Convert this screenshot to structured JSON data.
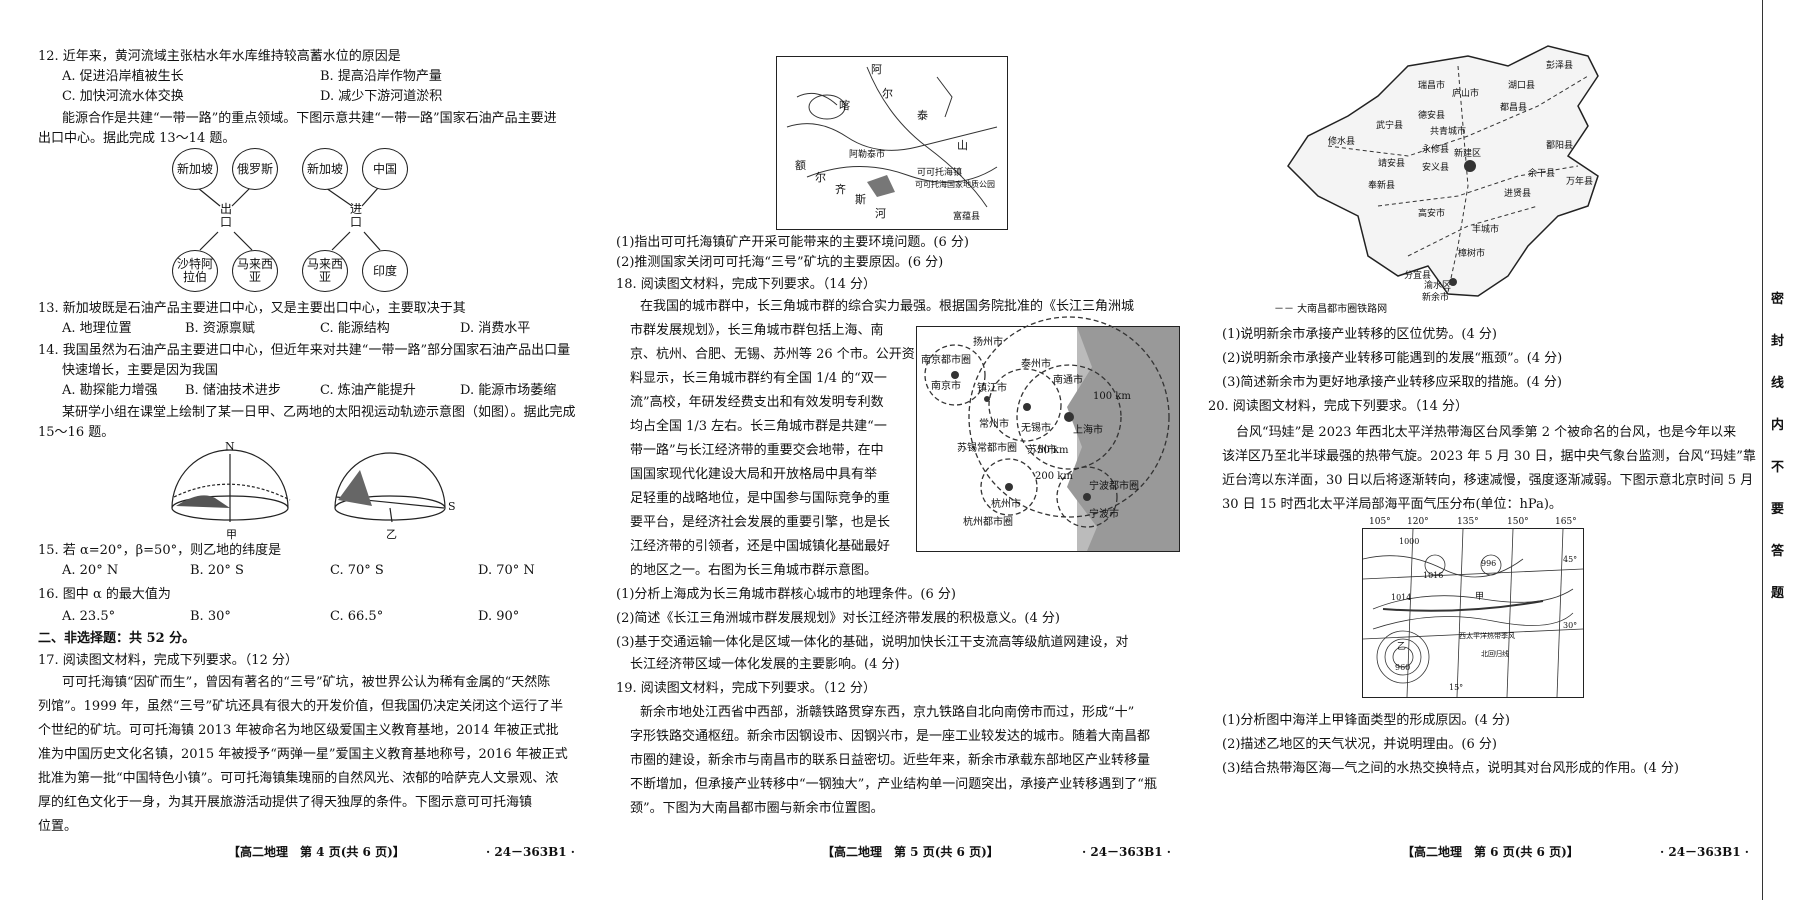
{
  "col1": {
    "q12": {
      "stem": "12. 近年来，黄河流域主张枯水年水库维持较高蓄水位的原因是",
      "a": "A. 促进沿岸植被生长",
      "b": "B. 提高沿岸作物产量",
      "c": "C. 加快河流水体交换",
      "d": "D. 减少下游河道淤积"
    },
    "intro13": [
      "能源合作是共建“一带一路”的重点领域。下图示意共建“一带一路”国家石油产品主要进",
      "出口中心。据此完成 13～14 题。"
    ],
    "diagram": {
      "export_label": "出口",
      "import_label": "进口",
      "left": [
        "新加坡",
        "俄罗斯",
        "沙特阿拉伯",
        "马来西亚"
      ],
      "right": [
        "新加坡",
        "中国",
        "马来西亚",
        "印度"
      ]
    },
    "q13": {
      "stem": "13. 新加坡既是石油产品主要进口中心，又是主要出口中心，主要取决于其",
      "a": "A. 地理位置",
      "b": "B. 资源禀赋",
      "c": "C. 能源结构",
      "d": "D. 消费水平"
    },
    "q14": {
      "stem1": "14. 我国虽然为石油产品主要进口中心，但近年来对共建“一带一路”部分国家石油产品出口量",
      "stem2": "快速增长，主要是因为我国",
      "a": "A. 勘探能力增强",
      "b": "B. 储油技术进步",
      "c": "C. 炼油产能提升",
      "d": "D. 能源市场萎缩"
    },
    "intro15": [
      "某研学小组在课堂上绘制了某一日甲、乙两地的太阳视运动轨迹示意图（如图）。据此完成",
      "15～16 题。"
    ],
    "sun": {
      "n": "N",
      "s": "S",
      "jia": "甲",
      "yi": "乙"
    },
    "q15": {
      "stem": "15. 若 α=20°，β=50°，则乙地的纬度是",
      "a": "A. 20° N",
      "b": "B. 20° S",
      "c": "C. 70° S",
      "d": "D. 70° N"
    },
    "q16": {
      "stem": "16. 图中 α 的最大值为",
      "a": "A. 23.5°",
      "b": "B. 30°",
      "c": "C. 66.5°",
      "d": "D. 90°"
    },
    "part2": "二、非选择题：共 52 分。",
    "q17": {
      "stem": "17. 阅读图文材料，完成下列要求。（12 分）",
      "lines": [
        "可可托海镇“因矿而生”，曾因有著名的“三号”矿坑，被世界公认为稀有金属的“天然陈",
        "列馆”。1999 年，虽然“三号”矿坑还具有很大的开发价值，但我国仍决定关闭这个运行了半",
        "个世纪的矿坑。可可托海镇 2013 年被命名为地区级爱国主义教育基地，2014 年被正式批",
        "准为中国历史文化名镇，2015 年被授予“两弹一星”爱国主义教育基地称号，2016 年被正式",
        "批准为第一批“中国特色小镇”。可可托海镇集瑰丽的自然风光、浓郁的哈萨克人文景观、浓",
        "厚的红色文化于一身，为其开展旅游活动提供了得天独厚的条件。下图示意可可托海镇",
        "位置。"
      ]
    },
    "footer": "【高二地理　第 4 页(共 6 页)】",
    "code": "· 24－363B1 ·"
  },
  "col2": {
    "map17": {
      "labels": [
        "阿",
        "尔",
        "泰",
        "山",
        "额",
        "尔",
        "齐",
        "斯",
        "河",
        "可可托海镇",
        "可可托海国家地质公园",
        "富蕴县",
        "阿勒泰市",
        "喀"
      ]
    },
    "q17a": "(1)指出可可托海镇矿产开采可能带来的主要环境问题。(6 分)",
    "q17b": "(2)推测国家关闭可可托海“三号”矿坑的主要原因。(6 分)",
    "q18": {
      "stem": "18. 阅读图文材料，完成下列要求。（14 分）",
      "lines": [
        "在我国的城市群中，长三角城市群的综合实力最强。根据国务院批准的《长江三角洲城",
        "市群发展规划》，长三角城市群包括上海、南",
        "京、杭州、合肥、无锡、苏州等 26 个市。公开资",
        "料显示，长三角城市群约有全国 1/4 的“双一",
        "流”高校，年研发经费支出和有效发明专利数",
        "均占全国 1/3 左右。长三角城市群是共建“一",
        "带一路”与长江经济带的重要交会地带，在中",
        "国国家现代化建设大局和开放格局中具有举",
        "足轻重的战略地位，是中国参与国际竞争的重",
        "要平台，是经济社会发展的重要引擎，也是长",
        "江经济带的引领者，还是中国城镇化基础最好",
        "的地区之一。右图为长三角城市群示意图。"
      ],
      "a": "(1)分析上海成为长三角城市群核心城市的地理条件。(6 分)",
      "b": "(2)简述《长江三角洲城市群发展规划》对长江经济带发展的积极意义。(4 分)",
      "c1": "(3)基于交通运输一体化是区域一体化的基础，说明加快长江干支流高等级航道网建设，对",
      "c2": "长江经济带区域一体化发展的主要影响。(4 分)"
    },
    "map18": {
      "labels": [
        "扬州市",
        "泰州市",
        "南京都市圈",
        "南京市",
        "镇江市",
        "南通市",
        "常州市",
        "无锡市",
        "苏州市",
        "上海市",
        "100 km",
        "苏锡常都市圈",
        "200 km",
        "50 km",
        "杭州都市圈",
        "杭州市",
        "宁波都市圈",
        "宁波市"
      ]
    },
    "q19": {
      "stem": "19. 阅读图文材料，完成下列要求。（12 分）",
      "lines": [
        "新余市地处江西省中西部，浙赣铁路贯穿东西，京九铁路自北向南傍市而过，形成“十”",
        "字形铁路交通枢纽。新余市因钢设市、因钢兴市，是一座工业较发达的城市。随着大南昌都",
        "市圈的建设，新余市与南昌市的联系日益密切。近些年来，新余市承载东部地区产业转移量",
        "不断增加，但承接产业转移中“一钢独大”，产业结构单一问题突出，承接产业转移遇到了“瓶",
        "颈”。下图为大南昌都市圈与新余市位置图。"
      ]
    },
    "footer": "【高二地理　第 5 页(共 6 页)】",
    "code": "· 24－363B1 ·"
  },
  "col3": {
    "map19": {
      "labels": [
        "彭泽县",
        "瑞昌市",
        "湖口县",
        "都昌县",
        "修水县",
        "德安县",
        "共青城市",
        "武宁县",
        "庐山市",
        "永修县",
        "鄱阳县",
        "靖安县",
        "安义县",
        "奉新县",
        "新建区",
        "进贤县",
        "余干县",
        "万年县",
        "高安市",
        "丰城市",
        "樟树市",
        "分宜县",
        "渝水区",
        "新余市"
      ],
      "legend": "－－ 大南昌都市圈铁路网"
    },
    "q19a": "(1)说明新余市承接产业转移的区位优势。(4 分)",
    "q19b": "(2)说明新余市承接产业转移可能遇到的发展“瓶颈”。(4 分)",
    "q19c": "(3)简述新余市为更好地承接产业转移应采取的措施。(4 分)",
    "q20": {
      "stem": "20. 阅读图文材料，完成下列要求。（14 分）",
      "lines": [
        "台风“玛娃”是 2023 年西北太平洋热带海区台风季第 2 个被命名的台风，也是今年以来",
        "该洋区乃至北半球最强的热带气旋。2023 年 5 月 30 日，据中央气象台监测，台风“玛娃”靠",
        "近台湾以东洋面，30 日以后将逐渐转向，移速减慢，强度逐渐减弱。下图示意北京时间 5 月",
        "30 日 15 时西北太平洋局部海平面气压分布(单位：hPa)。"
      ]
    },
    "map20": {
      "labels": [
        "105°",
        "120°",
        "135°",
        "150°",
        "165°",
        "1000",
        "1016",
        "1014",
        "996",
        "45°",
        "30°",
        "960",
        "15°",
        "甲",
        "乙",
        "西太平洋热带季风",
        "北回归线"
      ]
    },
    "q20a": "(1)分析图中海洋上甲锋面类型的形成原因。(4 分)",
    "q20b": "(2)描述乙地区的天气状况，并说明理由。(6 分)",
    "q20c": "(3)结合热带海区海—气之间的水热交换特点，说明其对台风形成的作用。(4 分)",
    "footer": "【高二地理　第 6 页(共 6 页)】",
    "code": "· 24－363B1 ·"
  },
  "seal": [
    "密",
    "封",
    "线",
    "内",
    "不",
    "要",
    "答",
    "题"
  ]
}
